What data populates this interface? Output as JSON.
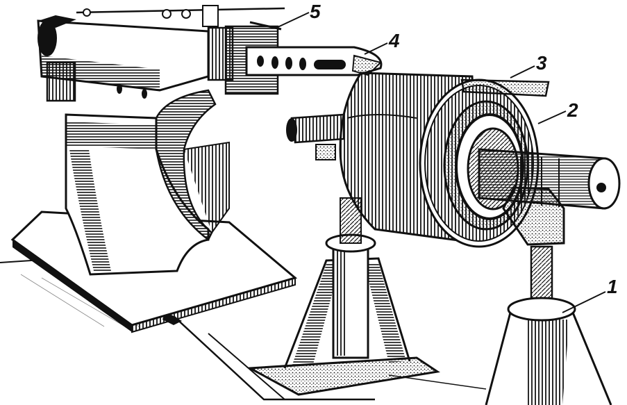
{
  "figure": {
    "callouts": [
      {
        "id": "1",
        "text": "1"
      },
      {
        "id": "2",
        "text": "2"
      },
      {
        "id": "3",
        "text": "3"
      },
      {
        "id": "4",
        "text": "4"
      },
      {
        "id": "5",
        "text": "5"
      }
    ],
    "colors": {
      "ink": "#111111",
      "paper": "#ffffff"
    }
  }
}
